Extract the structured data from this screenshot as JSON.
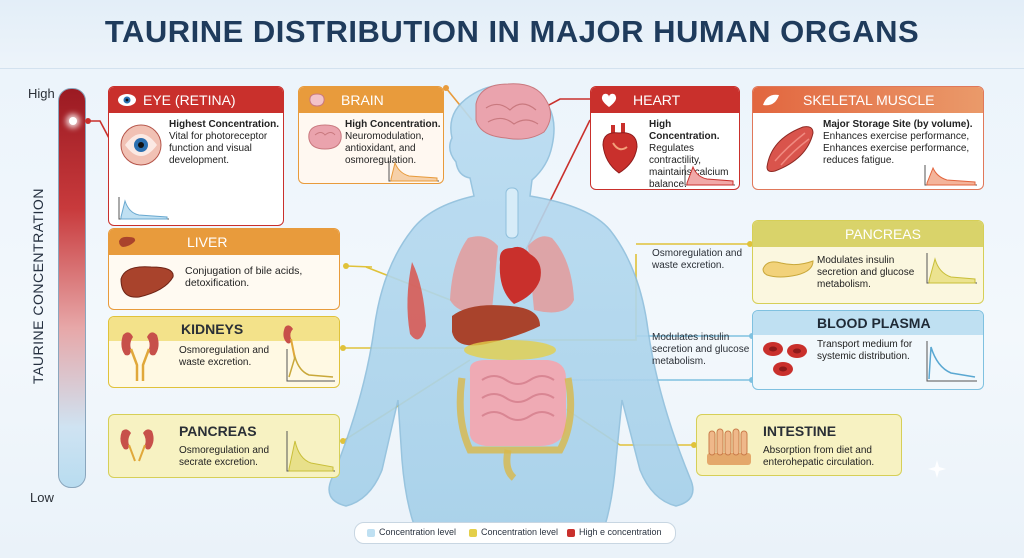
{
  "title": "TAURINE DISTRIBUTION IN MAJOR HUMAN ORGANS",
  "scale": {
    "high": "High",
    "low": "Low",
    "axis_label": "TAURINE CONCENTRATION"
  },
  "colors": {
    "red": "#c9302c",
    "orange": "#e89b3c",
    "yellow": "#e0c23a",
    "green": "#c9cf55",
    "blue": "#7fc1e0",
    "navy": "#1f3b5c"
  },
  "cards": {
    "eye": {
      "title": "EYE (RETINA)",
      "lead": "Highest Concentration.",
      "text": "Vital for photoreceptor function and visual development.",
      "icon": "eye-icon"
    },
    "brain": {
      "title": "BRAIN",
      "lead": "High Concentration.",
      "text": "Neuromodulation, antioxidant, and osmoregulation.",
      "icon": "brain-icon"
    },
    "heart": {
      "title": "HEART",
      "lead": "High Concentration.",
      "text": "Regulates contractility, maintains calcium balance.",
      "icon": "heart-icon"
    },
    "muscle": {
      "title": "SKELETAL MUSCLE",
      "lead": "Major Storage Site (by volume).",
      "text": "Enhances exercise performance, Enhances exercise performance, reduces fatigue.",
      "icon": "muscle-icon"
    },
    "liver": {
      "title": "LIVER",
      "text": "Conjugation of bile acids, detoxification.",
      "icon": "liver-icon"
    },
    "kidneys": {
      "title": "KIDNEYS",
      "text": "Osmoregulation and waste excretion.",
      "icon": "kidney-icon"
    },
    "pancreas_left": {
      "title": "PANCREAS",
      "text": "Osmoregulation and secrate excretion.",
      "icon": "kidney-icon"
    },
    "pancreas_right": {
      "title": "PANCREAS",
      "text": "Modulates insulin secretion and glucose metabolism.",
      "icon": "pancreas-icon"
    },
    "plasma": {
      "title": "BLOOD PLASMA",
      "text": "Transport medium for systemic distribution.",
      "icon": "blood-cell-icon"
    },
    "intestine": {
      "title": "INTESTINE",
      "text": "Absorption from diet and enterohepatic circulation.",
      "icon": "intestine-icon"
    }
  },
  "mid_notes": {
    "right_upper": "Osmoregulation and waste excretion.",
    "right_lower": "Modulates insulin secretion and glucose metabolism."
  },
  "legend": [
    {
      "label": "Concentration level",
      "color": "#bfe0f2"
    },
    {
      "label": "Concentration level",
      "color": "#e4cf4a"
    },
    {
      "label": "High e concentration",
      "color": "#c9302c"
    }
  ]
}
